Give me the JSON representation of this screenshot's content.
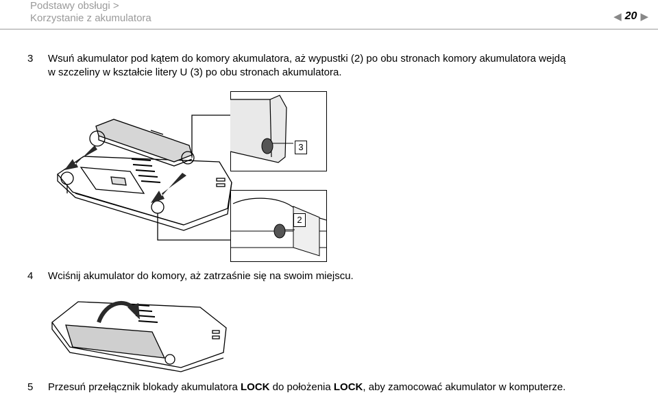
{
  "header": {
    "section": "Podstawy obsługi >",
    "subsection": "Korzystanie z akumulatora",
    "page_number": "20"
  },
  "steps": [
    {
      "number": "3",
      "line1": "Wsuń akumulator pod kątem do komory akumulatora, aż wypustki (2) po obu stronach komory akumulatora wejdą",
      "line2": "w szczeliny w kształcie litery U (3) po obu stronach akumulatora."
    },
    {
      "number": "4",
      "text": "Wciśnij akumulator do komory, aż zatrzaśnie się na swoim miejscu."
    },
    {
      "number": "5",
      "pre": "Przesuń przełącznik blokady akumulatora ",
      "bold1": "LOCK",
      "mid": " do położenia ",
      "bold2": "LOCK",
      "post": ", aby zamocować akumulator w komputerze."
    }
  ],
  "callouts": {
    "upper": "3",
    "lower": "2"
  },
  "icons": {
    "prev": "arrow-left-icon",
    "next": "arrow-right-icon"
  }
}
